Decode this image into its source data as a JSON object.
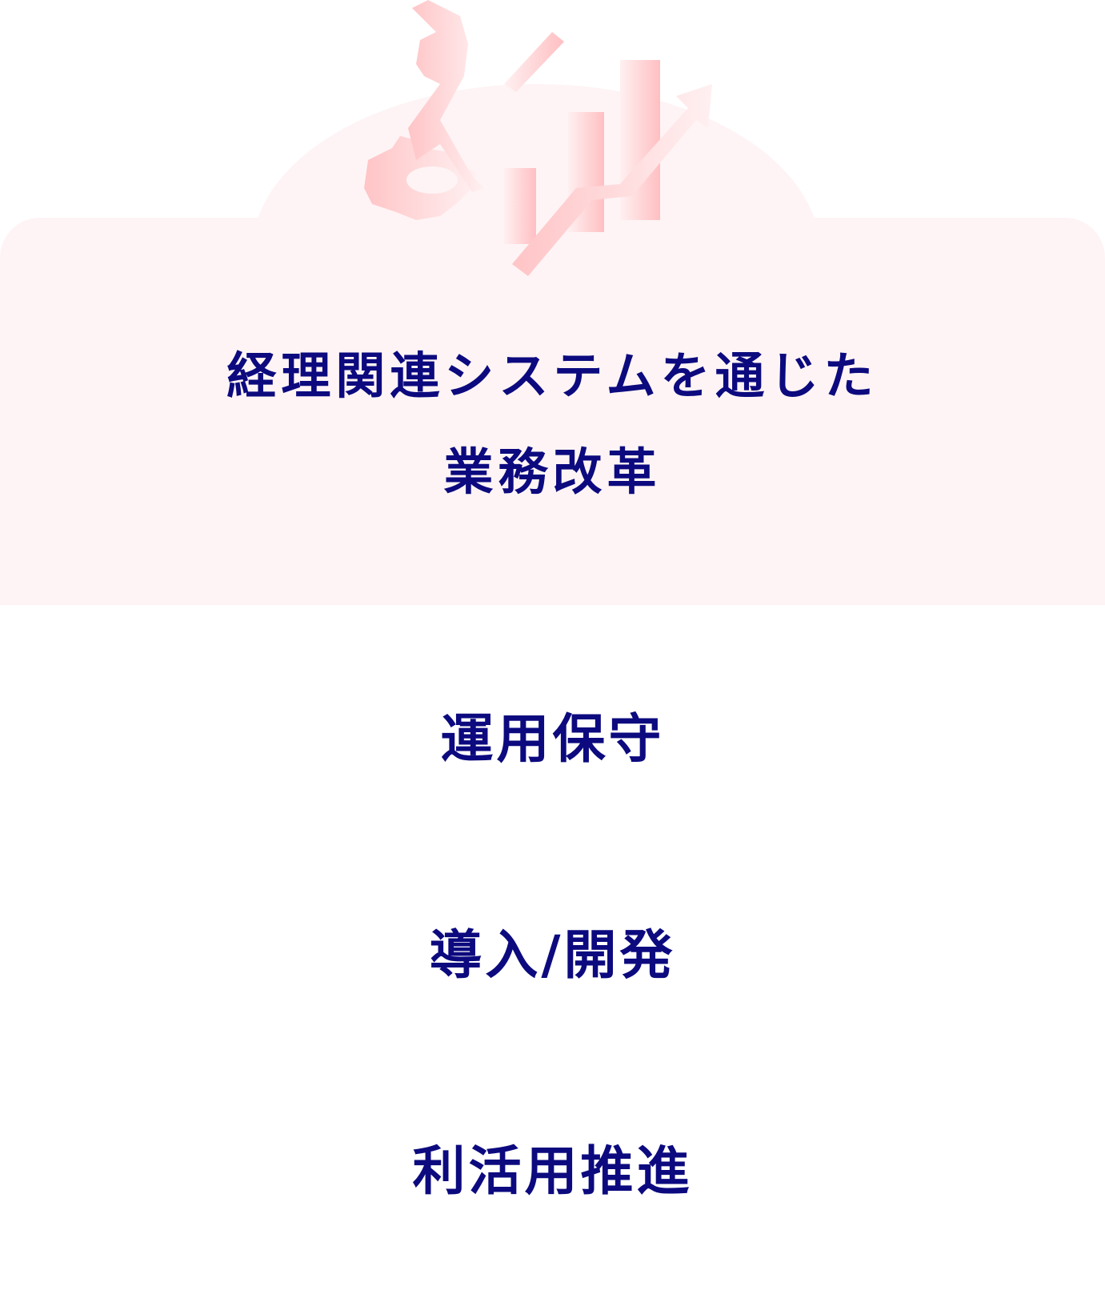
{
  "hero": {
    "illustration_icon": "tools-and-growth-chart-icon",
    "title_line1": "経理関連システムを通じた",
    "title_line2": "業務改革",
    "accent_color": "#fef4f5",
    "text_color": "#0c0a7e"
  },
  "items": [
    {
      "label": "運用保守"
    },
    {
      "label": "導入/開発"
    },
    {
      "label": "利活用推進"
    }
  ]
}
